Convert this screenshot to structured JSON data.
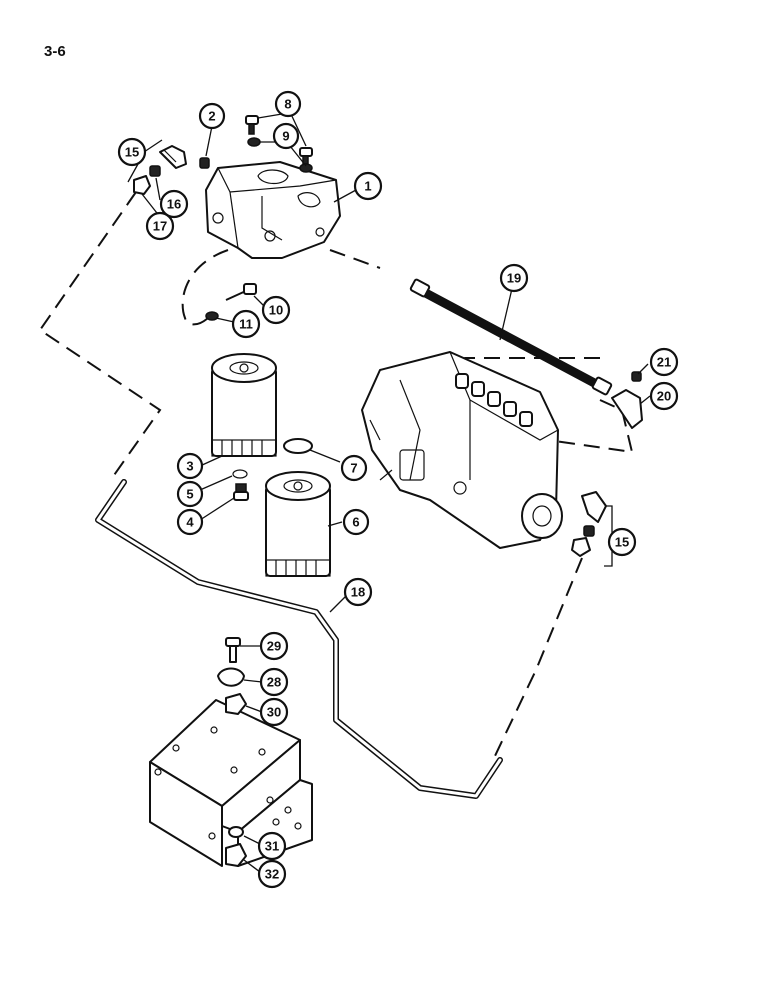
{
  "page": {
    "number": "3-6"
  },
  "callouts": {
    "c1": "1",
    "c2": "2",
    "c3": "3",
    "c4": "4",
    "c5": "5",
    "c6": "6",
    "c7": "7",
    "c8": "8",
    "c9": "9",
    "c10": "10",
    "c11": "11",
    "c15a": "15",
    "c15b": "15",
    "c16": "16",
    "c17": "17",
    "c18": "18",
    "c19": "19",
    "c20": "20",
    "c21": "21",
    "c28": "28",
    "c29": "29",
    "c30": "30",
    "c31": "31",
    "c32": "32"
  }
}
